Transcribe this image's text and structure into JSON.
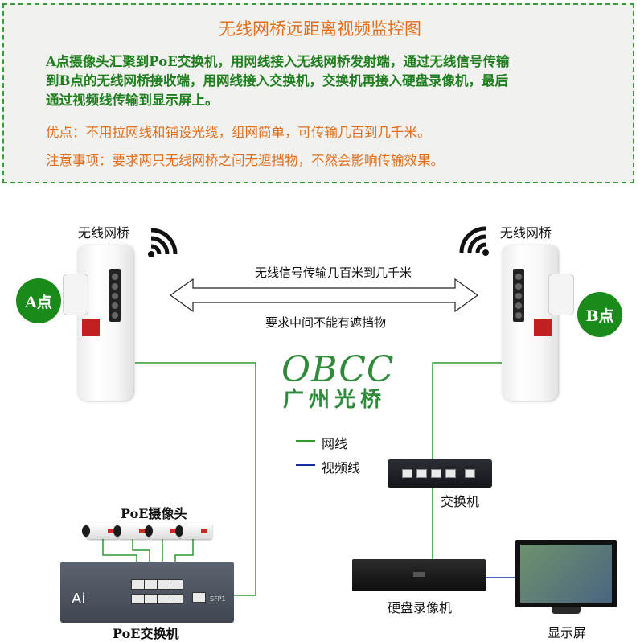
{
  "info": {
    "title": "无线网桥远距离视频监控图",
    "line1": "A点摄像头汇聚到PoE交换机，用网线接入无线网桥发射端，通过无线信号传输",
    "line2": "到B点的无线网桥接收端，用网线接入交换机，交换机再接入硬盘录像机，最后",
    "line3": "通过视频线传输到显示屏上。",
    "advantage": "优点：不用拉网线和铺设光缆，组网简单，可传输几百到几千米。",
    "note": "注意事项：要求两只无线网桥之间无遮挡物，不然会影响传输效果。"
  },
  "bridge_left": {
    "label": "无线网桥",
    "point": "A点"
  },
  "bridge_right": {
    "label": "无线网桥",
    "point": "B点"
  },
  "link": {
    "top_text": "无线信号传输几百米到几千米",
    "bottom_text": "要求中间不能有遮挡物"
  },
  "logo": {
    "en": "OBCC",
    "cn": "广州光桥"
  },
  "legend": {
    "items": [
      {
        "label": "网线",
        "color": "#2e9a2e"
      },
      {
        "label": "视频线",
        "color": "#1a2aa0"
      }
    ]
  },
  "devices": {
    "switch": "交换机",
    "nvr": "硬盘录像机",
    "monitor": "显示屏",
    "cameras": "PoE摄像头",
    "poe_switch": "PoE交换机",
    "poe_brand": "Ai",
    "sfp_label": "SFP1"
  },
  "colors": {
    "green_line": "#2e9a2e",
    "blue_line": "#1a2aa0",
    "point_fill": "#1a8a1a",
    "accent_orange": "#e0701e",
    "accent_green": "#1f7f1f"
  },
  "icons": {
    "wifi_left": "wifi-signal-icon",
    "wifi_right": "wifi-signal-icon"
  }
}
